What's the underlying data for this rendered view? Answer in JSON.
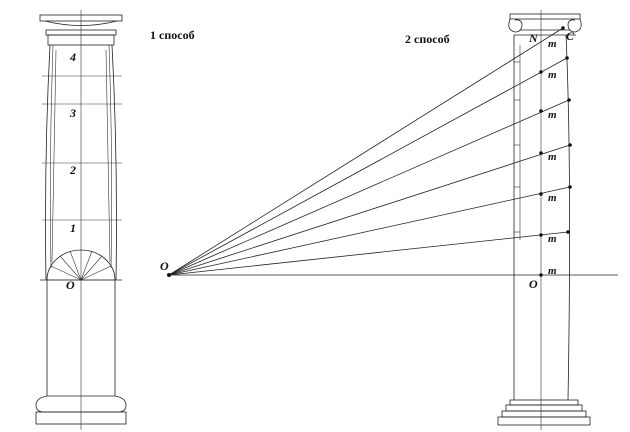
{
  "method1": {
    "title": "1 способ",
    "divisions": [
      "4",
      "3",
      "2",
      "1"
    ],
    "origin": "O"
  },
  "method2": {
    "title": "2 способ",
    "pole": "O",
    "origin": "O",
    "point_n": "N",
    "point_c": "C",
    "ray_labels": [
      "m",
      "m",
      "m",
      "m",
      "m",
      "m",
      "m"
    ]
  }
}
